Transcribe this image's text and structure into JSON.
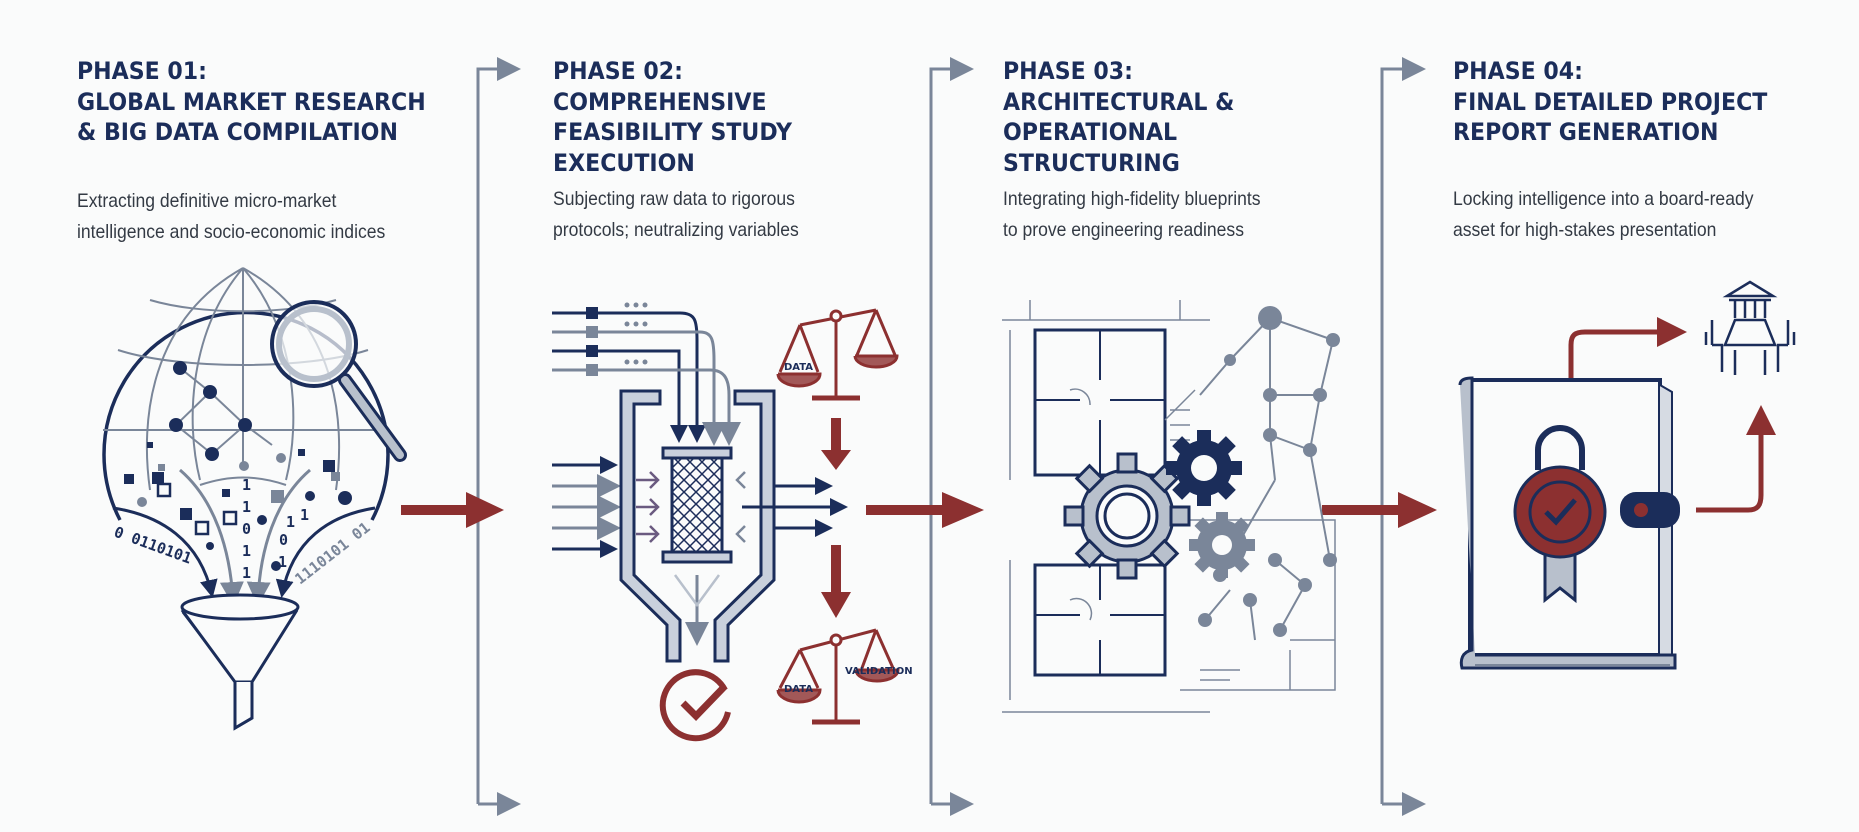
{
  "colors": {
    "navy": "#1b2d5a",
    "slate": "#7a8699",
    "red": "#8c3030",
    "background": "#fafbfb"
  },
  "phases": [
    {
      "title_lines": [
        "PHASE 01:",
        "GLOBAL MARKET RESEARCH",
        "& BIG DATA COMPILATION"
      ],
      "desc_lines": [
        "Extracting definitive micro-market",
        "intelligence and socio-economic indices"
      ],
      "icons": [
        "globe-icon",
        "magnifier-icon",
        "funnel-icon"
      ],
      "binary_left": "0 0110101",
      "binary_right": "1110101 01",
      "binary_center": [
        "1",
        "1",
        "0",
        "1",
        "1"
      ],
      "binary_side": [
        "1",
        "1",
        "0",
        "1"
      ]
    },
    {
      "title_lines": [
        "PHASE 02:",
        "COMPREHENSIVE",
        "FEASIBILITY STUDY",
        "EXECUTION"
      ],
      "desc_lines": [
        "Subjecting raw data to rigorous",
        "protocols; neutralizing variables"
      ],
      "icons": [
        "filter-chamber-icon",
        "scale-icon",
        "checkmark-icon"
      ],
      "scale_top_label": "DATA",
      "scale_bottom_left_label": "DATA",
      "scale_bottom_right_label": "VALIDATION"
    },
    {
      "title_lines": [
        "PHASE 03:",
        "ARCHITECTURAL &",
        "OPERATIONAL",
        "STRUCTURING"
      ],
      "desc_lines": [
        "Integrating high-fidelity blueprints",
        "to prove engineering readiness"
      ],
      "icons": [
        "blueprint-icon",
        "gear-icon",
        "network-icon"
      ]
    },
    {
      "title_lines": [
        "PHASE 04:",
        "FINAL DETAILED PROJECT",
        "REPORT GENERATION"
      ],
      "desc_lines": [
        "Locking intelligence into a board-ready",
        "asset for high-stakes presentation"
      ],
      "icons": [
        "report-book-icon",
        "seal-icon",
        "boardroom-icon"
      ]
    }
  ]
}
